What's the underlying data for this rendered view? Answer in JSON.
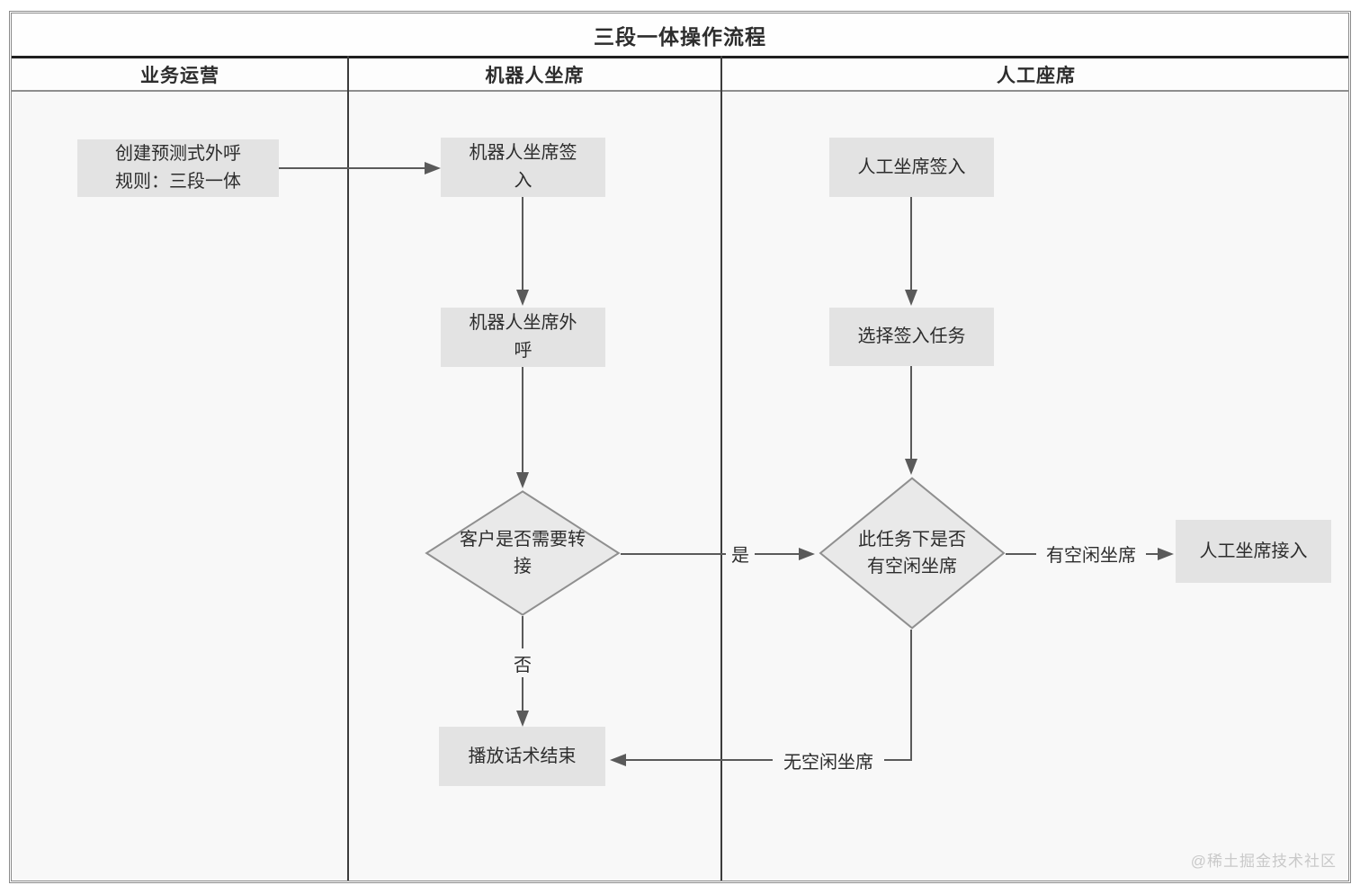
{
  "title": "三段一体操作流程",
  "lanes": [
    {
      "label": "业务运营"
    },
    {
      "label": "机器人坐席"
    },
    {
      "label": "人工座席"
    }
  ],
  "nodes": {
    "create_rule": "创建预测式外呼\n规则：三段一体",
    "robot_signin": "机器人坐席签\n入",
    "robot_outbound": "机器人坐席外\n呼",
    "transfer_decision": "客户是否需要转\n接",
    "play_script_end": "播放话术结束",
    "human_signin": "人工坐席签入",
    "select_task": "选择签入任务",
    "idle_decision": "此任务下是否\n有空闲坐席",
    "human_access": "人工坐席接入"
  },
  "edge_labels": {
    "yes": "是",
    "no": "否",
    "has_idle": "有空闲坐席",
    "no_idle": "无空闲坐席"
  },
  "watermark": "@稀土掘金技术社区",
  "colors": {
    "node_fill": "#e3e3e3",
    "diamond_fill": "#e9e9e9",
    "diamond_stroke": "#8f8f8f",
    "connector": "#5a5a5a",
    "heavy_rule": "#1f1f1f",
    "lane_divider": "#3c3c3c",
    "body_background": "#f8f8f8",
    "watermark_text": "#c9c9c9"
  }
}
